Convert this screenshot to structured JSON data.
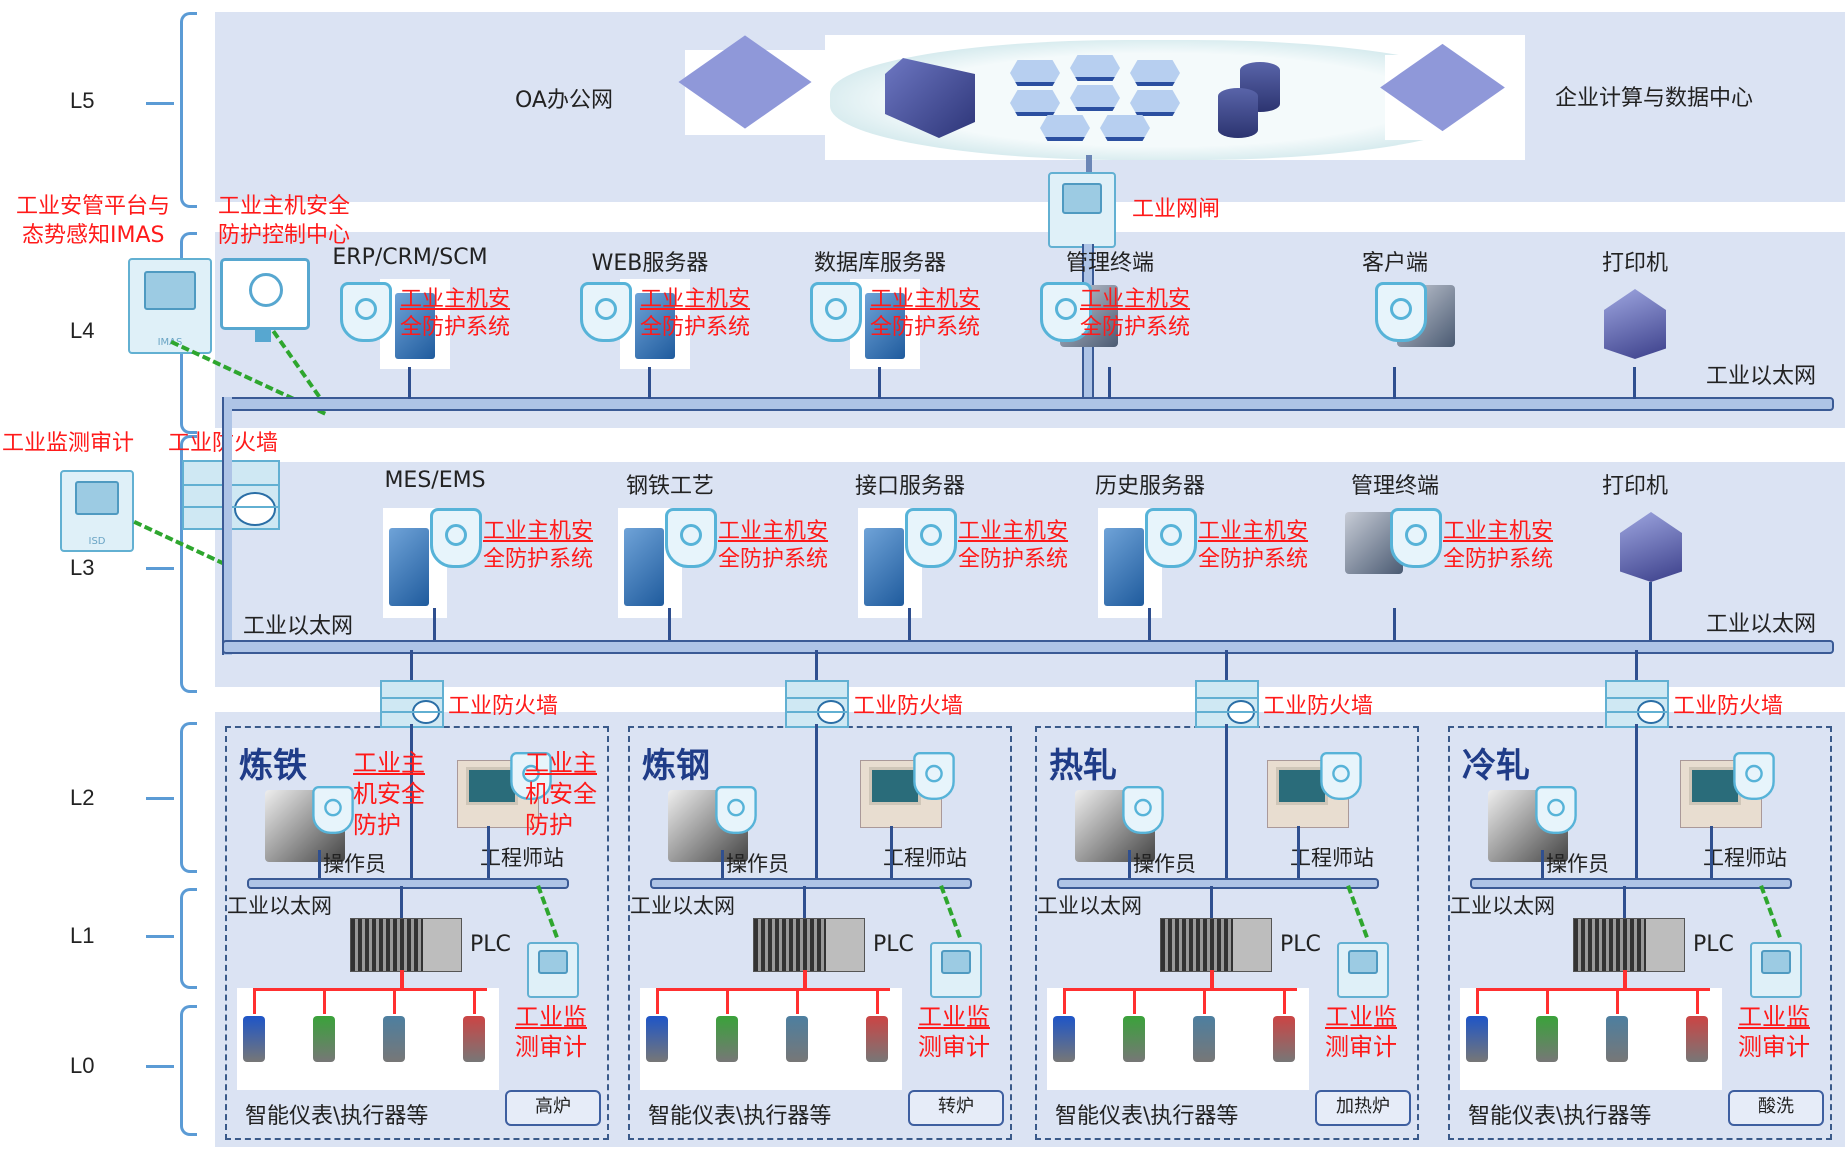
{
  "levels": [
    "L5",
    "L4",
    "L3",
    "L2",
    "L1",
    "L0"
  ],
  "l5": {
    "left_label": "OA办公网",
    "right_label": "企业计算与数据中心"
  },
  "gateway": {
    "label": "工业网闸",
    "icon": "network-gateway-icon"
  },
  "left_annotations": {
    "imas": [
      "工业安管平台与",
      "态势感知IMAS"
    ],
    "host_center": [
      "工业主机安全",
      "防护控制中心"
    ],
    "monitor_audit": "工业监测审计",
    "firewall": "工业防火墙",
    "imas_device_text": "IMAS",
    "isd_device_text": "ISD"
  },
  "l4": {
    "bus_label": "工业以太网",
    "nodes": [
      {
        "name": "ERP/CRM/SCM",
        "type": "server",
        "protected": true
      },
      {
        "name": "WEB服务器",
        "type": "server",
        "protected": true
      },
      {
        "name": "数据库服务器",
        "type": "db-server",
        "protected": true
      },
      {
        "name": "管理终端",
        "type": "terminal",
        "protected": true
      },
      {
        "name": "客户端",
        "type": "client",
        "protected": true
      },
      {
        "name": "打印机",
        "type": "printer",
        "protected": false
      }
    ],
    "protection_label": [
      "工业主机安",
      "全防护系统"
    ]
  },
  "l3": {
    "bus_label_left": "工业以太网",
    "bus_label_right": "工业以太网",
    "nodes": [
      {
        "name": "MES/EMS",
        "type": "server",
        "protected": true
      },
      {
        "name": "钢铁工艺",
        "type": "server",
        "protected": true
      },
      {
        "name": "接口服务器",
        "type": "server",
        "protected": true
      },
      {
        "name": "历史服务器",
        "type": "server",
        "protected": true
      },
      {
        "name": "管理终端",
        "type": "terminal",
        "protected": true
      },
      {
        "name": "打印机",
        "type": "printer",
        "protected": false
      }
    ],
    "protection_label": [
      "工业主机安",
      "全防护系统"
    ]
  },
  "zones": [
    {
      "title": "炼铁",
      "firewall": "工业防火墙",
      "operator": "操作员",
      "engineer": "工程师站",
      "bus": "工业以太网",
      "plc": "PLC",
      "audit": [
        "工业监",
        "测审计"
      ],
      "instruments": "智能仪表\\执行器等",
      "unit": "高炉",
      "host_protect": [
        "工业主",
        "机安全",
        "防护"
      ]
    },
    {
      "title": "炼钢",
      "firewall": "工业防火墙",
      "operator": "操作员",
      "engineer": "工程师站",
      "bus": "工业以太网",
      "plc": "PLC",
      "audit": [
        "工业监",
        "测审计"
      ],
      "instruments": "智能仪表\\执行器等",
      "unit": "转炉"
    },
    {
      "title": "热轧",
      "firewall": "工业防火墙",
      "operator": "操作员",
      "engineer": "工程师站",
      "bus": "工业以太网",
      "plc": "PLC",
      "audit": [
        "工业监",
        "测审计"
      ],
      "instruments": "智能仪表\\执行器等",
      "unit": "加热炉"
    },
    {
      "title": "冷轧",
      "firewall": "工业防火墙",
      "operator": "操作员",
      "engineer": "工程师站",
      "bus": "工业以太网",
      "plc": "PLC",
      "audit": [
        "工业监",
        "测审计"
      ],
      "instruments": "智能仪表\\执行器等",
      "unit": "酸洗"
    }
  ],
  "colors": {
    "band": "#dbe3f3",
    "annotation_red": "#ff1a1a",
    "bus_blue": "#3a5a95",
    "brace_blue": "#5b9bd5",
    "management_green": "#2ea62e",
    "zone_title": "#1f3c88"
  }
}
